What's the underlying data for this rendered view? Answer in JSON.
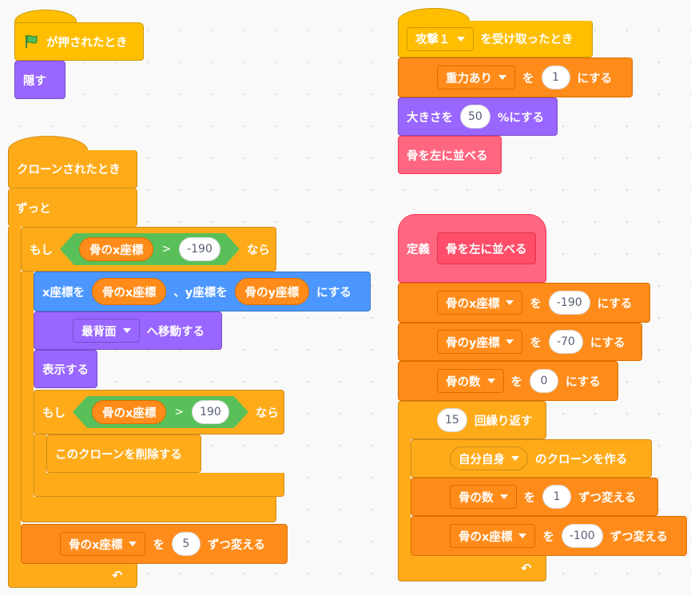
{
  "script1": {
    "hat_label": "が押されたとき",
    "hide": "隠す"
  },
  "script2": {
    "hat_label": "クローンされたとき",
    "forever": "ずっと",
    "if1": {
      "if": "もし",
      "reporter": "骨のx座標",
      "op": ">",
      "value": "-190",
      "then": "なら"
    },
    "goto": {
      "x_label": "x座標を",
      "x_reporter": "骨のx座標",
      "y_label": "、y座標を",
      "y_reporter": "骨のy座標",
      "tail": "にする"
    },
    "layer": {
      "option": "最背面",
      "tail": "へ移動する"
    },
    "show": "表示する",
    "if2": {
      "if": "もし",
      "reporter": "骨のx座標",
      "op": ">",
      "value": "190",
      "then": "なら"
    },
    "delete_clone": "このクローンを削除する",
    "change": {
      "var": "骨のx座標",
      "by_label": "を",
      "value": "5",
      "tail": "ずつ変える"
    }
  },
  "script3": {
    "broadcast": "攻撃１",
    "hat_tail": "を受け取ったとき",
    "set": {
      "var": "重力あり",
      "label": "を",
      "value": "1",
      "tail": "にする"
    },
    "size": {
      "label": "大きさを",
      "value": "50",
      "tail": "%にする"
    },
    "call": "骨を左に並べる"
  },
  "script4": {
    "define": "定義",
    "proc_name": "骨を左に並べる",
    "set1": {
      "var": "骨のx座標",
      "label": "を",
      "value": "-190",
      "tail": "にする"
    },
    "set2": {
      "var": "骨のy座標",
      "label": "を",
      "value": "-70",
      "tail": "にする"
    },
    "set3": {
      "var": "骨の数",
      "label": "を",
      "value": "0",
      "tail": "にする"
    },
    "repeat": {
      "value": "15",
      "tail": "回繰り返す"
    },
    "clone": {
      "target": "自分自身",
      "tail": "のクローンを作る"
    },
    "change1": {
      "var": "骨の数",
      "label": "を",
      "value": "1",
      "tail": "ずつ変える"
    },
    "change2": {
      "var": "骨のx座標",
      "label": "を",
      "value": "-100",
      "tail": "ずつ変える"
    }
  },
  "colors": {
    "events": "#ffbf00",
    "control": "#ffab19",
    "variables": "#ff8c1a",
    "looks": "#9966ff",
    "motion": "#4c97ff",
    "operators": "#59c059",
    "my_blocks": "#ff6680"
  },
  "icons": {
    "green_flag": "green-flag-icon",
    "loop_arrow": "loop-arrow-icon",
    "dropdown": "caret-down-icon"
  }
}
